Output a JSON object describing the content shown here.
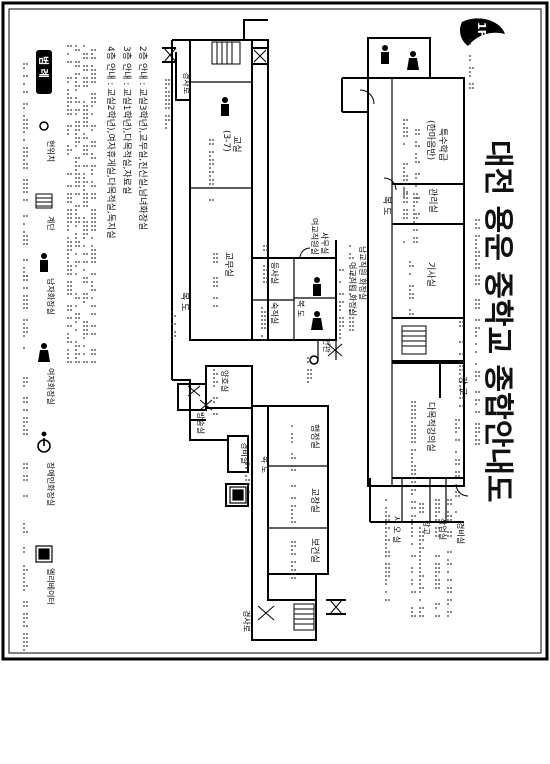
{
  "title": "대전 용운 중학교 종합안내도",
  "floor_badge": "1F",
  "rooms": {
    "special": "특수학급",
    "special_sub": "(한마음반)",
    "admin": "관리실",
    "hall_right": "복 도",
    "tech": "기사실",
    "stairs_cz": "강 교",
    "diamond": "다목적강의실",
    "guard": "경비실",
    "workroom": "작업실",
    "storage": "창고",
    "waiting": "사 오 실",
    "entrance": "현관",
    "teacher_wc": "남교직원 화장실",
    "female_wc": "여교직원 화장실",
    "female_staff": "여교직원실",
    "office_mid": "사무실",
    "hallway": "복 도",
    "kitchen": "등사실",
    "nurse": "숙직실",
    "center_gym": "현관",
    "broadcast": "방송실",
    "lab": "과학실",
    "classroom": "교실",
    "classroom_num": "(3-7)",
    "teachers_room": "교무실",
    "hall_left": "복 도",
    "lookout": "경사로",
    "sanitation": "양호실",
    "office_room": "행정실",
    "principal": "교장실",
    "health": "보건실",
    "hall_bottom": "복 도",
    "ramp": "경사로",
    "ramp2": "경사로"
  },
  "guide": {
    "floor2": "2층 안내 : 교실3학년),교무실,진신실,남녀화장실",
    "floor3": "3층 안내 : 교실1학년),다목적실,자료실",
    "floor4": "4층 안내 : 교실2학년),여자휴게실,다목적실,독지실"
  },
  "legend": {
    "title": "범 례",
    "items": [
      {
        "icon": "current-location-icon",
        "label": "현위치"
      },
      {
        "icon": "stairs-icon",
        "label": "계단"
      },
      {
        "icon": "male-restroom-icon",
        "label": "남자화장실"
      },
      {
        "icon": "female-restroom-icon",
        "label": "여자화장실"
      },
      {
        "icon": "accessible-restroom-icon",
        "label": "장애인화장실"
      },
      {
        "icon": "elevator-icon",
        "label": "엘리베이터"
      }
    ]
  }
}
